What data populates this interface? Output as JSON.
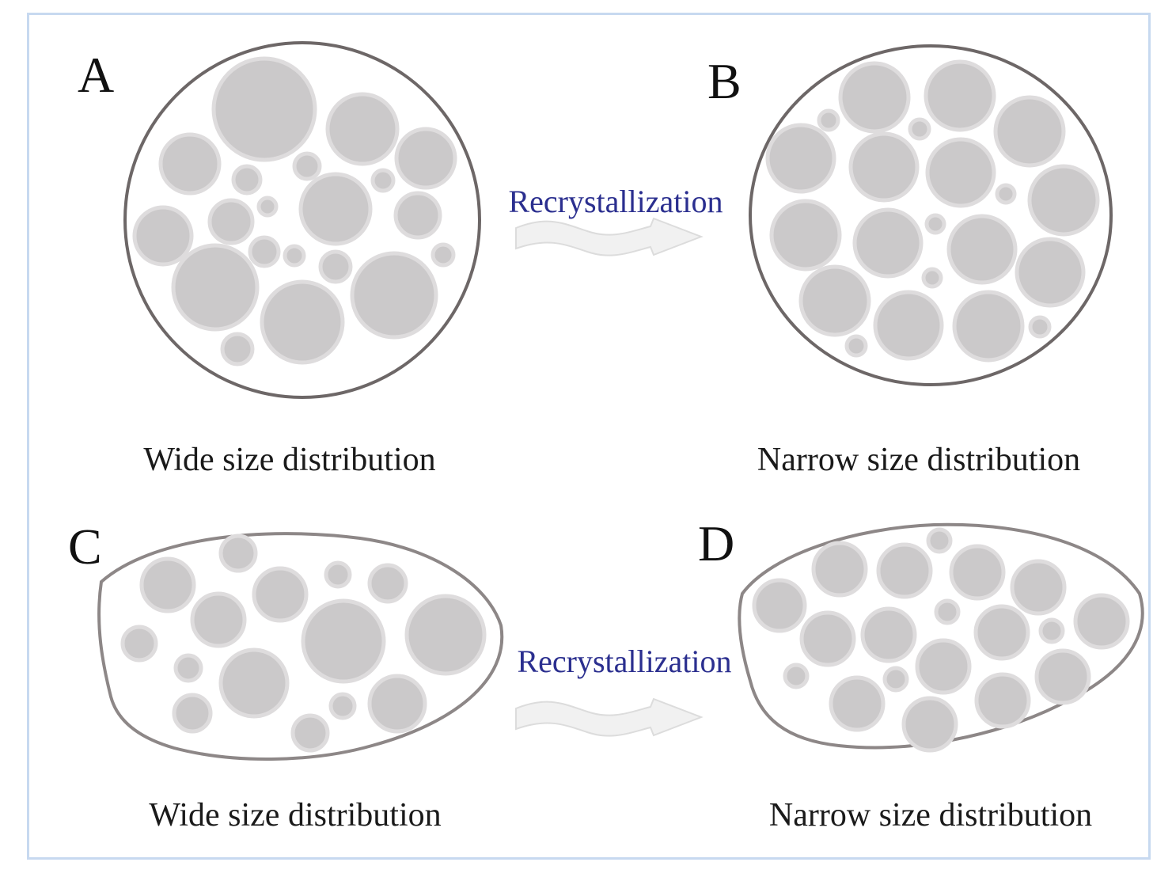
{
  "panels": {
    "a": {
      "letter": "A",
      "caption": "Wide size distribution"
    },
    "b": {
      "letter": "B",
      "caption": "Narrow size distribution"
    },
    "c": {
      "letter": "C",
      "caption": "Wide size distribution"
    },
    "d": {
      "letter": "D",
      "caption": "Narrow size distribution"
    }
  },
  "transitions": {
    "top": {
      "label": "Recrystallization"
    },
    "bottom": {
      "label": "Recrystallization"
    }
  },
  "colors": {
    "frame": "#c7d9f0",
    "grain_fill": "#cbc9ca",
    "grain_rim": "#dedcdd",
    "outline": "#6d6767",
    "process_label": "#2b2f8f"
  }
}
